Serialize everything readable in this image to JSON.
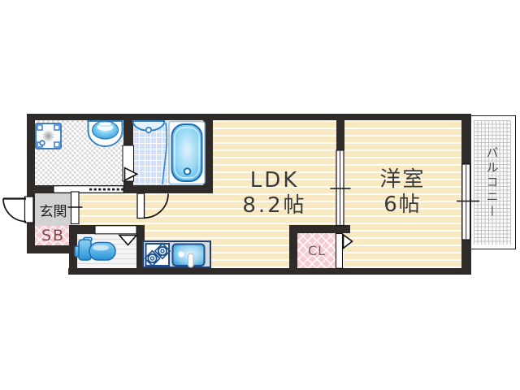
{
  "rooms": {
    "ldk": {
      "label": "LDK",
      "size": "8.2帖"
    },
    "western": {
      "label": "洋室",
      "size": "6帖"
    },
    "balcony": {
      "label": "バルコニー"
    },
    "entrance": {
      "label": "玄関"
    },
    "shoe_box": {
      "label": "SB"
    },
    "closet": {
      "label": "CL"
    }
  },
  "fixtures": [
    "washing-machine-pan",
    "washbasin",
    "shower-counter",
    "bathtub",
    "toilet",
    "stove-burners",
    "kitchen-sink"
  ],
  "doors": [
    "entrance-swing-door",
    "washroom-sliding-door",
    "bathroom-folding-door",
    "ldk-swing-door",
    "toilet-door",
    "closet-door",
    "room-divider-sliding-door",
    "window"
  ],
  "colors": {
    "wall": "#2e2b29",
    "wood_floor": "#f8e9c3",
    "bath_tile": "#d3dff4",
    "pink_storage": "#f6cbd2",
    "entrance_gray": "#d2d2d2",
    "fixture_blue": "#2794d8",
    "fixture_outline": "#1d6eb0",
    "room_text": "#3a3a3a",
    "storage_text": "#7d4a4a"
  }
}
